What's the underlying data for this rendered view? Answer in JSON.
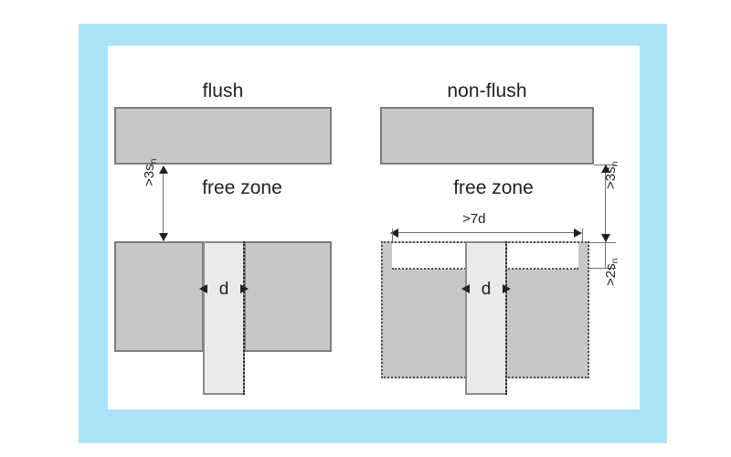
{
  "figure": {
    "title_left": "flush",
    "title_right": "non-flush",
    "frame_color": "#ade3f8",
    "canvas_color": "#ffffff",
    "block_fill": "#c6c7c9",
    "block_stroke": "#7b7c7e",
    "sensor_fill": "#e9eaec",
    "dimension_color": "#6f7072",
    "text_color": "#231f20"
  },
  "left_panel": {
    "caption": "flush",
    "free_zone_label": "free zone",
    "clearance": {
      "prefix": ">3s",
      "subscript": "n"
    },
    "diameter_label": "d"
  },
  "right_panel": {
    "caption": "non-flush",
    "free_zone_label": "free zone",
    "clearance": {
      "prefix": ">3s",
      "subscript": "n"
    },
    "side_clearance": {
      "prefix": ">2s",
      "subscript": "n"
    },
    "pocket_width": ">7d",
    "diameter_label": "d"
  }
}
